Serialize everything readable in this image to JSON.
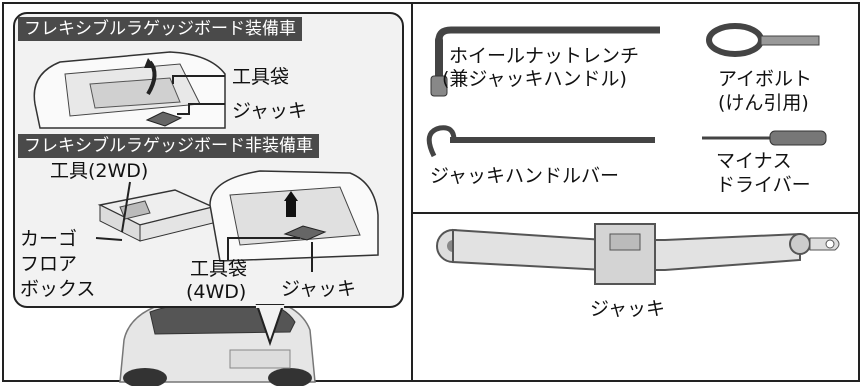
{
  "left_panel": {
    "callout": {
      "equipped_header": "フレキシブルラゲッジボード装備車",
      "equipped_tool_bag": "工具袋",
      "equipped_jack": "ジャッキ",
      "not_equipped_header": "フレキシブルラゲッジボード非装備車",
      "tools_2wd": "工具(2WD)",
      "cargo_floor_box_line1": "カーゴ",
      "cargo_floor_box_line2": "フロア",
      "cargo_floor_box_line3": "ボックス",
      "tool_bag_4wd_line1": "工具袋",
      "tool_bag_4wd_line2": "(4WD)",
      "not_equipped_jack": "ジャッキ"
    }
  },
  "tools_panel": {
    "wheel_nut_wrench_line1": "ホイールナットレンチ",
    "wheel_nut_wrench_line2": "(兼ジャッキハンドル)",
    "eye_bolt_line1": "アイボルト",
    "eye_bolt_line2": "(けん引用)",
    "jack_handle_bar": "ジャッキハンドルバー",
    "screwdriver_line1": "マイナス",
    "screwdriver_line2": "ドライバー"
  },
  "jack_panel": {
    "jack_label": "ジャッキ"
  }
}
